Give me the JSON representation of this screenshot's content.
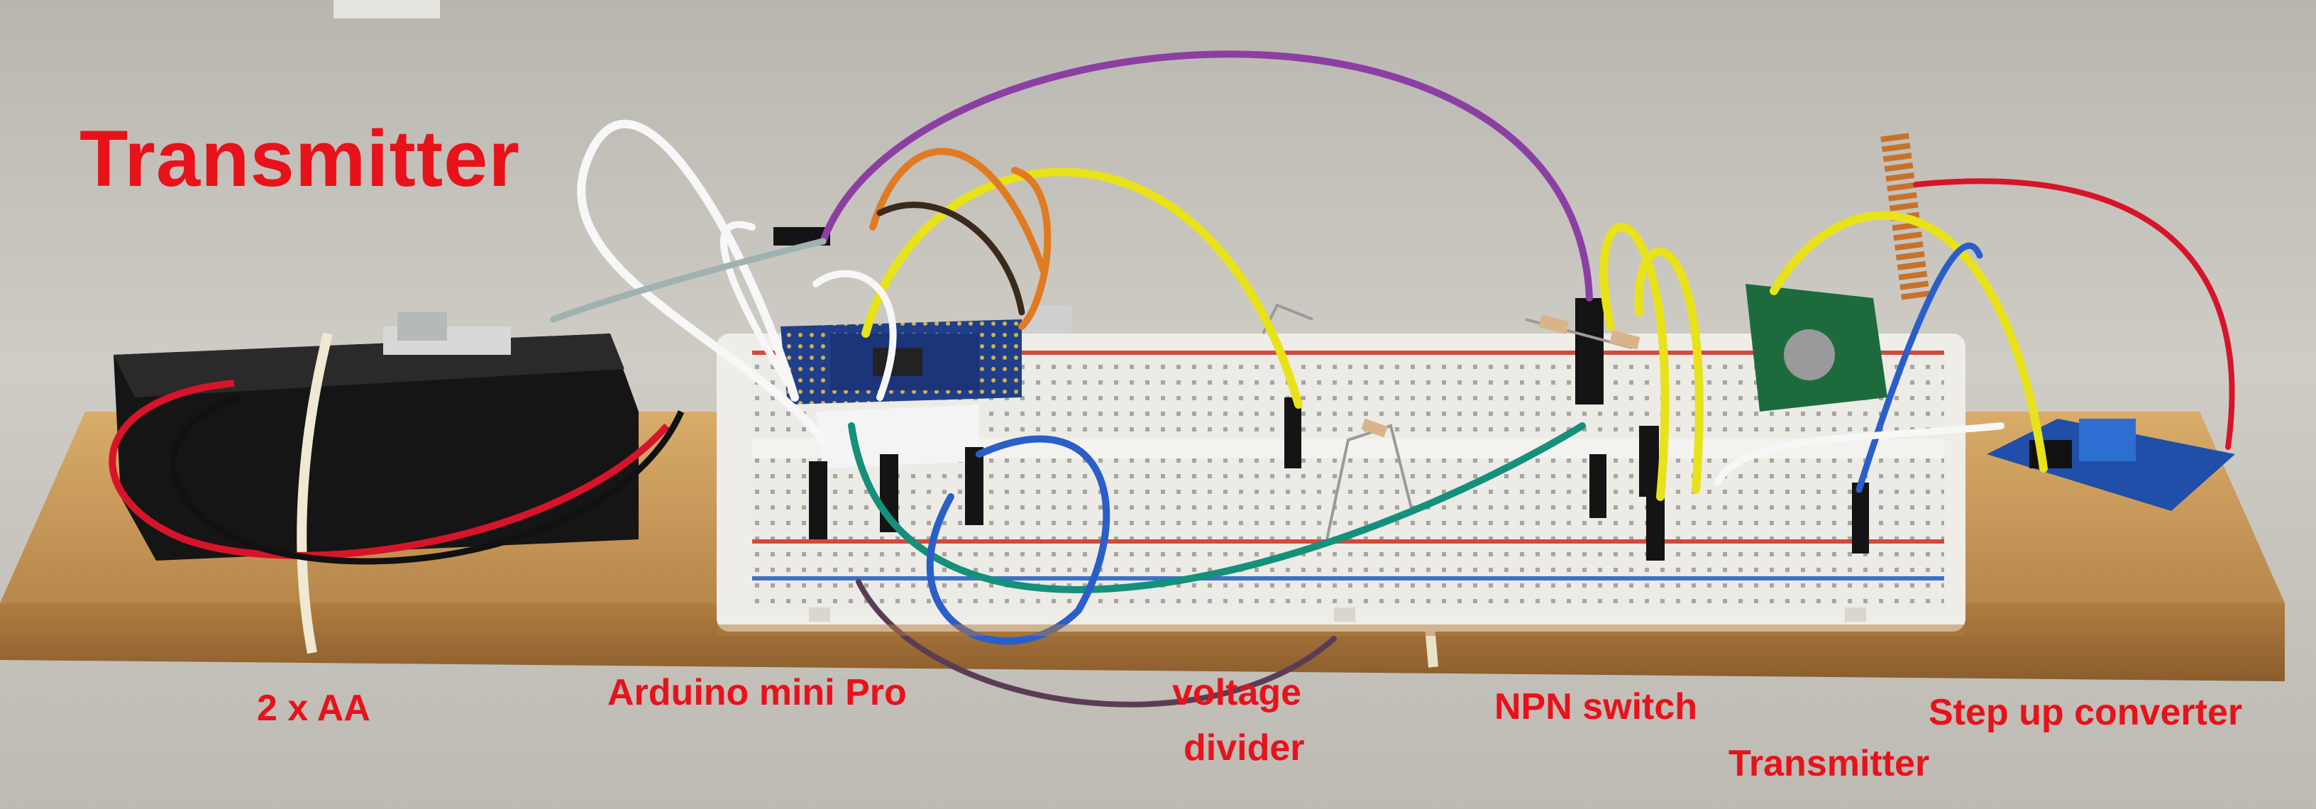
{
  "title": "Transmitter",
  "labels": {
    "battery": "2 x AA",
    "arduino": "Arduino mini Pro",
    "divider_line1": "voltage",
    "divider_line2": "divider",
    "npn": "NPN switch",
    "transmitter": "Transmitter",
    "stepup": "Step up converter"
  },
  "colors": {
    "label": "#e8121a",
    "background": "#c9c6c0",
    "board": "#c99a5a",
    "breadboard": "#ecebe6"
  }
}
